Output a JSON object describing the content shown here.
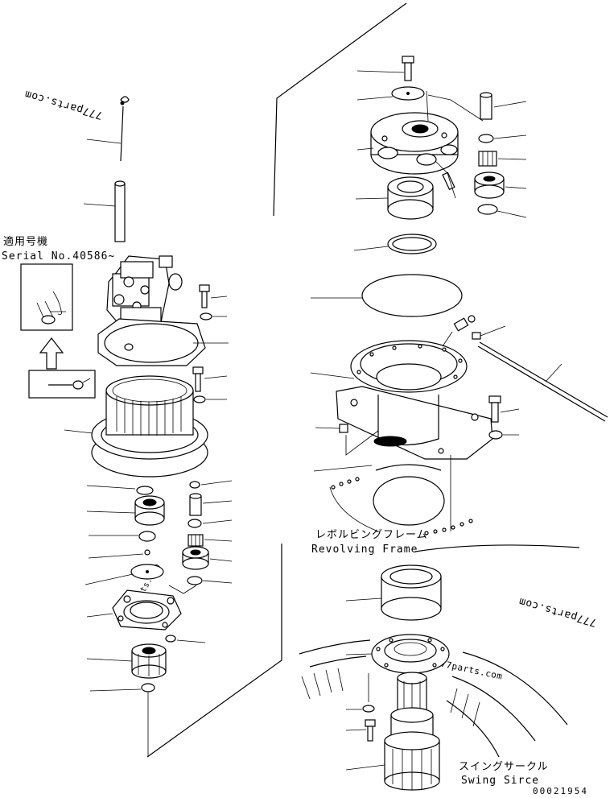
{
  "watermarks": {
    "top_left": "777parts.com",
    "right": "777parts.com",
    "center_bottom": "777parts.com",
    "left_lower": "777parts.com"
  },
  "labels": {
    "serial_jp": "適用号機",
    "serial_en": "Serial No.40586~",
    "revolving_jp": "レボルビングフレーム",
    "revolving_en": "Revolving Frame",
    "swing_jp": "スイングサークル",
    "swing_en": "Swing Sirce"
  },
  "drawing_number": "00021954",
  "colors": {
    "line": "#000000",
    "background": "#ffffff"
  }
}
